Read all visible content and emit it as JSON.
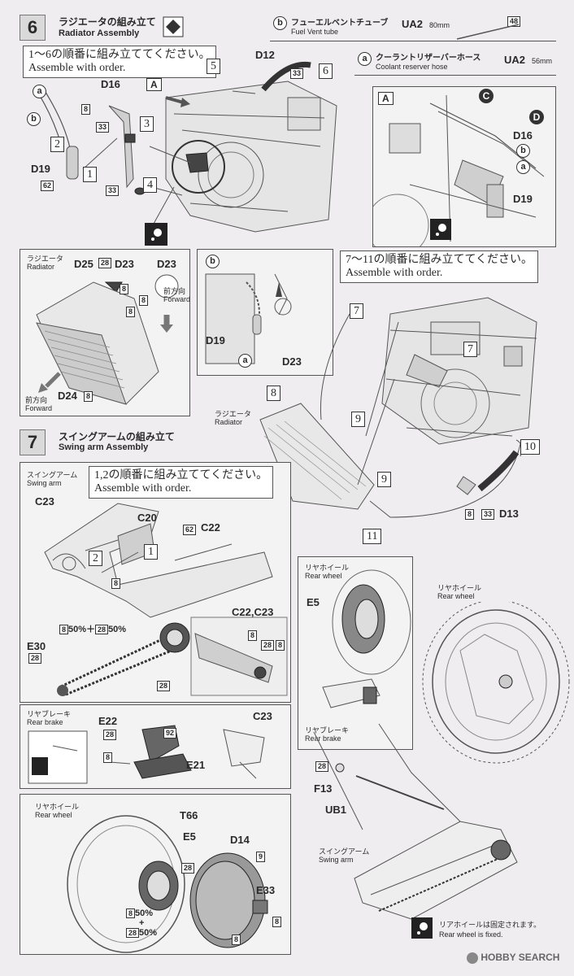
{
  "step6": {
    "number": "6",
    "title_jp": "ラジエータの組み立て",
    "title_en": "Radiator Assembly",
    "note_jp": "1～6の順番に組み立ててください。",
    "note_en": "Assemble with order.",
    "fuel_vent": {
      "letter": "b",
      "jp": "フューエルベントチューブ",
      "en": "Fuel Vent tube",
      "part": "UA2",
      "length": "80mm",
      "ref": "48"
    },
    "coolant": {
      "letter": "a",
      "jp": "クーラントリザーバーホース",
      "en": "Coolant reserver hose",
      "part": "UA2",
      "length": "56mm"
    },
    "labels": {
      "d12": "D12",
      "d16": "D16",
      "d19": "D19",
      "d16b": "D16",
      "d19b": "D19",
      "a": "a",
      "b": "b",
      "A": "A",
      "A2": "A",
      "C": "C",
      "D": "D"
    },
    "tags": {
      "t33a": "33",
      "t8a": "8",
      "t33b": "33",
      "t62": "62",
      "t33c": "33"
    },
    "steps": [
      "1",
      "2",
      "3",
      "4",
      "5",
      "6"
    ]
  },
  "radiator_detail": {
    "jp": "ラジエータ",
    "en": "Radiator",
    "d25": "D25",
    "t28": "28",
    "d23": "D23",
    "d23b": "D23",
    "t8a": "8",
    "t8b": "8",
    "t8c": "8",
    "fwd_jp": "前方向",
    "fwd_en": "Forward",
    "d24": "D24",
    "fwd2_jp": "前方向",
    "fwd2_en": "Forward"
  },
  "b_detail": {
    "b": "b",
    "d19": "D19",
    "a": "a",
    "d23": "D23"
  },
  "step6b": {
    "note_jp": "7～11の順番に組み立ててください。",
    "note_en": "Assemble with order.",
    "steps": [
      "7",
      "7",
      "8",
      "9",
      "9",
      "10",
      "11"
    ],
    "rad_jp": "ラジエータ",
    "rad_en": "Radiator",
    "d13": "D13",
    "t8": "8",
    "t33": "33"
  },
  "step7": {
    "number": "7",
    "title_jp": "スイングアームの組み立て",
    "title_en": "Swing arm Assembly",
    "swing_jp": "スイングアーム",
    "swing_en": "Swing arm",
    "note_jp": "1,2の順番に組み立ててください。",
    "note_en": "Assemble with order.",
    "c23": "C23",
    "c20": "C20",
    "c22": "C22",
    "t62": "62",
    "s1": "1",
    "s2": "2",
    "t8": "8",
    "mix": "50%＋",
    "mix8": "8",
    "mix28": "28",
    "mix_end": "50%",
    "e30": "E30",
    "t28a": "28",
    "t28b": "28",
    "c22c23": "C22,C23",
    "t8b": "8",
    "t28c": "28",
    "t8c": "8"
  },
  "rear_brake": {
    "jp": "リヤブレーキ",
    "en": "Rear brake",
    "e22": "E22",
    "t28": "28",
    "t92": "92",
    "t8": "8",
    "e21": "E21",
    "c23": "C23"
  },
  "rear_wheel_box": {
    "jp": "リヤホイール",
    "en": "Rear wheel",
    "t66": "T66",
    "e5": "E5",
    "d14": "D14",
    "t9": "9",
    "t28": "28",
    "t8a": "8",
    "pct1": "50%",
    "plus": "+",
    "t28b": "28",
    "pct2": "50%",
    "e33": "E33",
    "t8b": "8",
    "t8c": "8"
  },
  "rear_wheel_inset": {
    "jp": "リヤホイール",
    "en": "Rear wheel",
    "e5": "E5",
    "brake_jp": "リヤブレーキ",
    "brake_en": "Rear brake"
  },
  "final": {
    "wheel_jp": "リヤホイール",
    "wheel_en": "Rear wheel",
    "t28": "28",
    "f13": "F13",
    "ub1": "UB1",
    "swing_jp": "スイングアーム",
    "swing_en": "Swing arm",
    "fixed_jp": "リアホイールは固定されます。",
    "fixed_en": "Rear wheel is fixed."
  },
  "watermark": "HOBBY SEARCH"
}
